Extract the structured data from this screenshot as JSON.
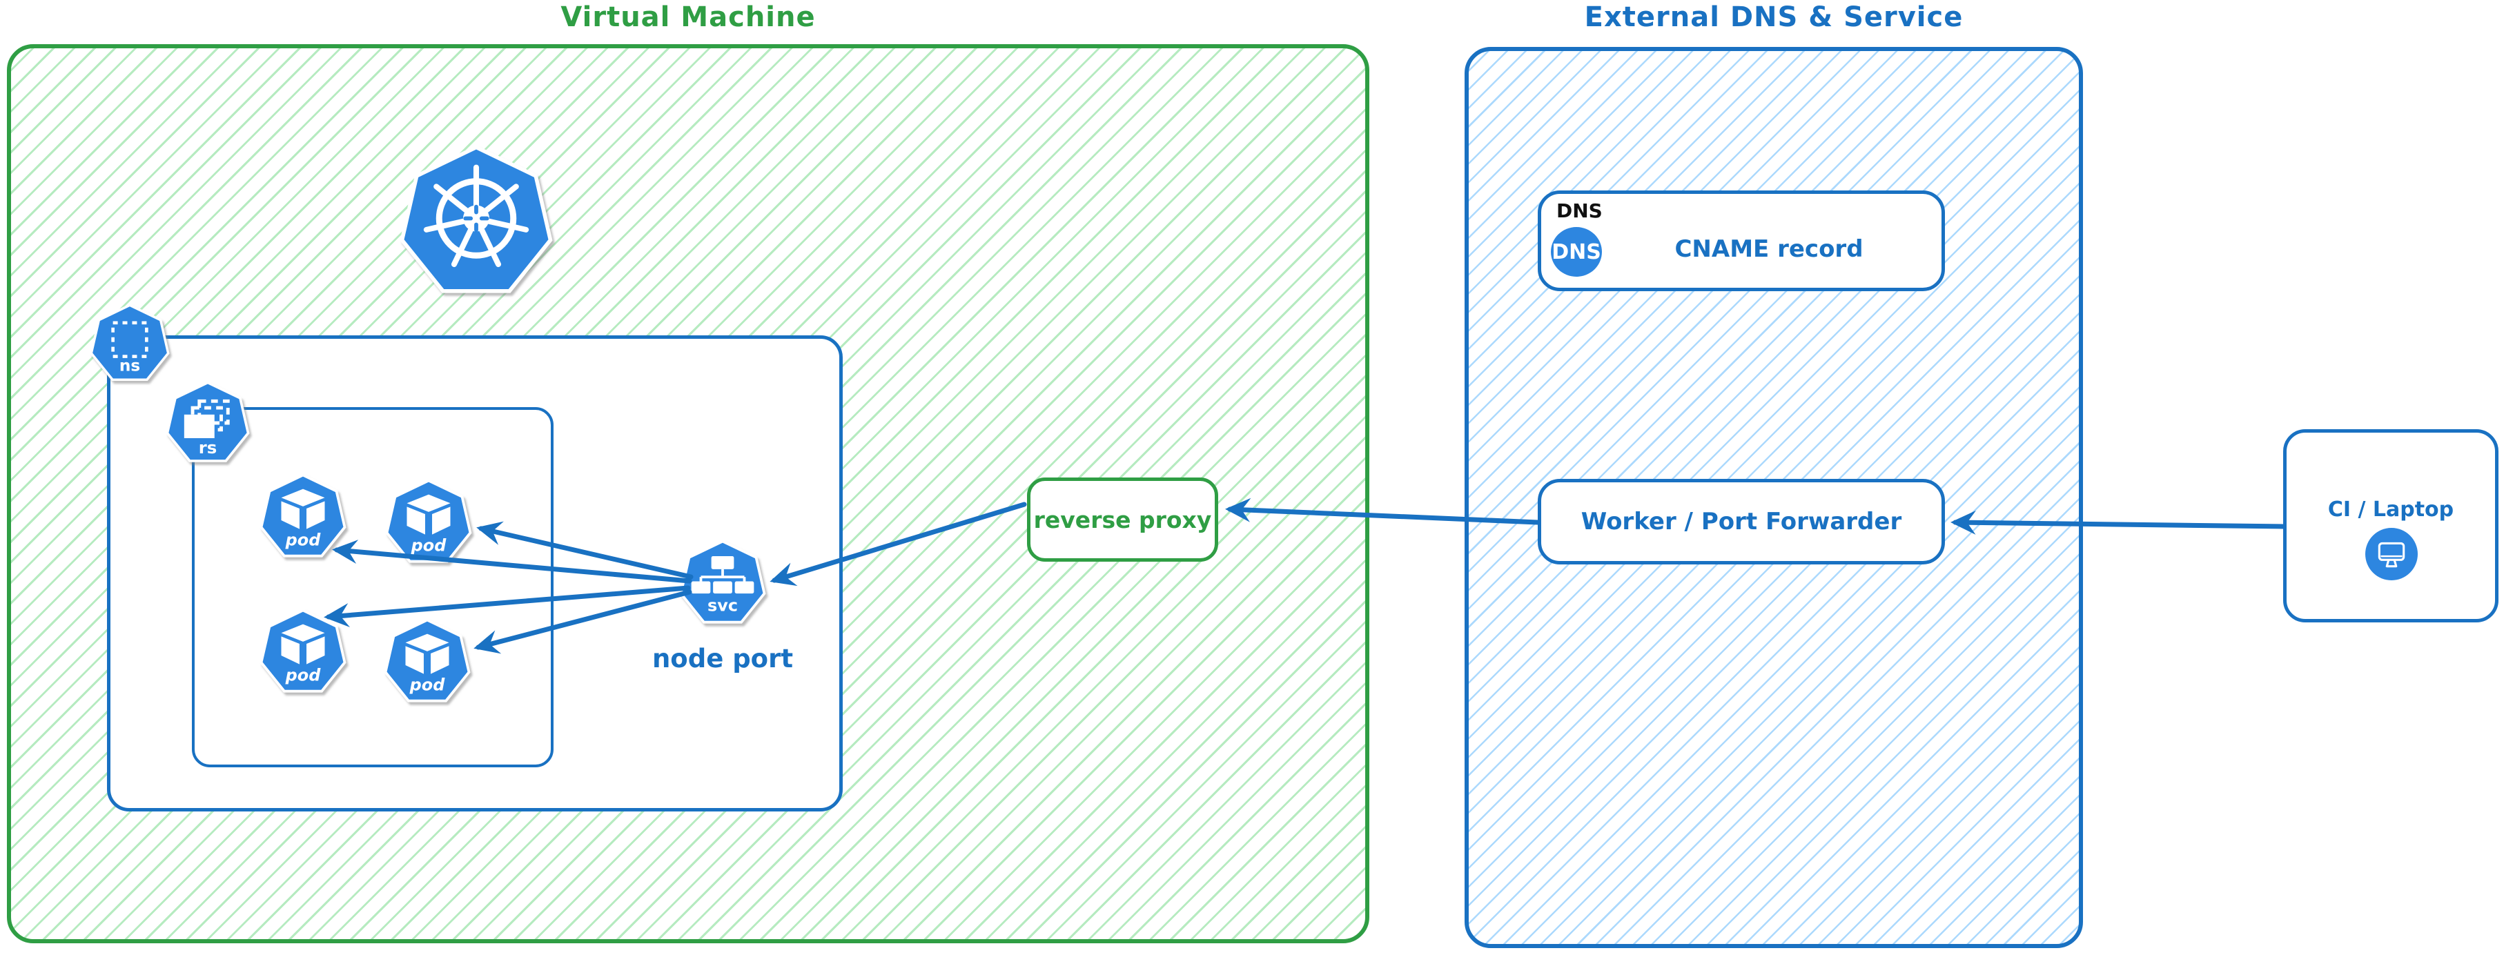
{
  "colors": {
    "green_stroke": "#2f9e44",
    "blue_stroke": "#1971c2",
    "icon_blue": "#2d86e0",
    "hatch_green": "rgba(121,219,141,0.55)",
    "hatch_blue": "rgba(116,192,252,0.6)"
  },
  "vm": {
    "title": "Virtual Machine"
  },
  "cluster": {
    "namespace_icon": "ns",
    "replicaset_icon": "rs",
    "service_icon": "svc",
    "service_caption": "node port"
  },
  "pods": [
    "pod",
    "pod",
    "pod",
    "pod"
  ],
  "reverse_proxy": {
    "label": "reverse proxy"
  },
  "external": {
    "title": "External DNS & Service",
    "dns": {
      "header": "DNS",
      "badge": "DNS",
      "record": "CNAME record"
    },
    "worker": {
      "label": "Worker / Port Forwarder"
    }
  },
  "ci": {
    "label": "CI / Laptop"
  }
}
